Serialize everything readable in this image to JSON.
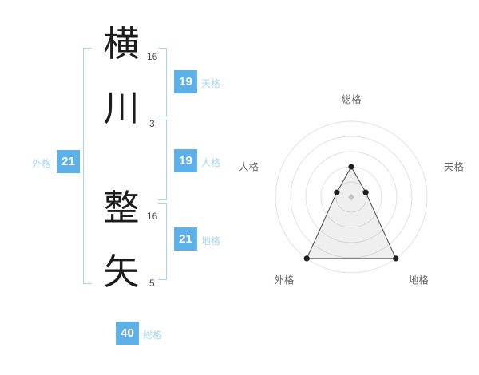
{
  "name": {
    "characters": [
      {
        "char": "横",
        "strokes": "16"
      },
      {
        "char": "川",
        "strokes": "3"
      },
      {
        "char": "整",
        "strokes": "16"
      },
      {
        "char": "矢",
        "strokes": "5"
      }
    ]
  },
  "grids": {
    "tenkaku": {
      "label": "天格",
      "value": "19"
    },
    "jinkaku": {
      "label": "人格",
      "value": "19"
    },
    "chikaku": {
      "label": "地格",
      "value": "21"
    },
    "gaikaku": {
      "label": "外格",
      "value": "21"
    },
    "soukaku": {
      "label": "総格",
      "value": "40"
    }
  },
  "colors": {
    "box_blue": "#5eb0e9",
    "label_blue": "#a7d5f3",
    "bracket_blue": "#a8d4f0",
    "chart_ring": "#e1e1e1",
    "chart_line": "#4a4a4a",
    "chart_fill": "rgba(130,130,130,0.13)",
    "chart_dot": "#1f1f1f",
    "chart_label": "#666666",
    "center_marker": "#cccccc"
  },
  "chart_data": {
    "type": "radar",
    "title": "",
    "axes": [
      "総格",
      "天格",
      "地格",
      "外格",
      "人格"
    ],
    "values": [
      40,
      20,
      100,
      100,
      20
    ],
    "max": 100,
    "rings": 5,
    "grid": "circular",
    "legend": "none"
  }
}
